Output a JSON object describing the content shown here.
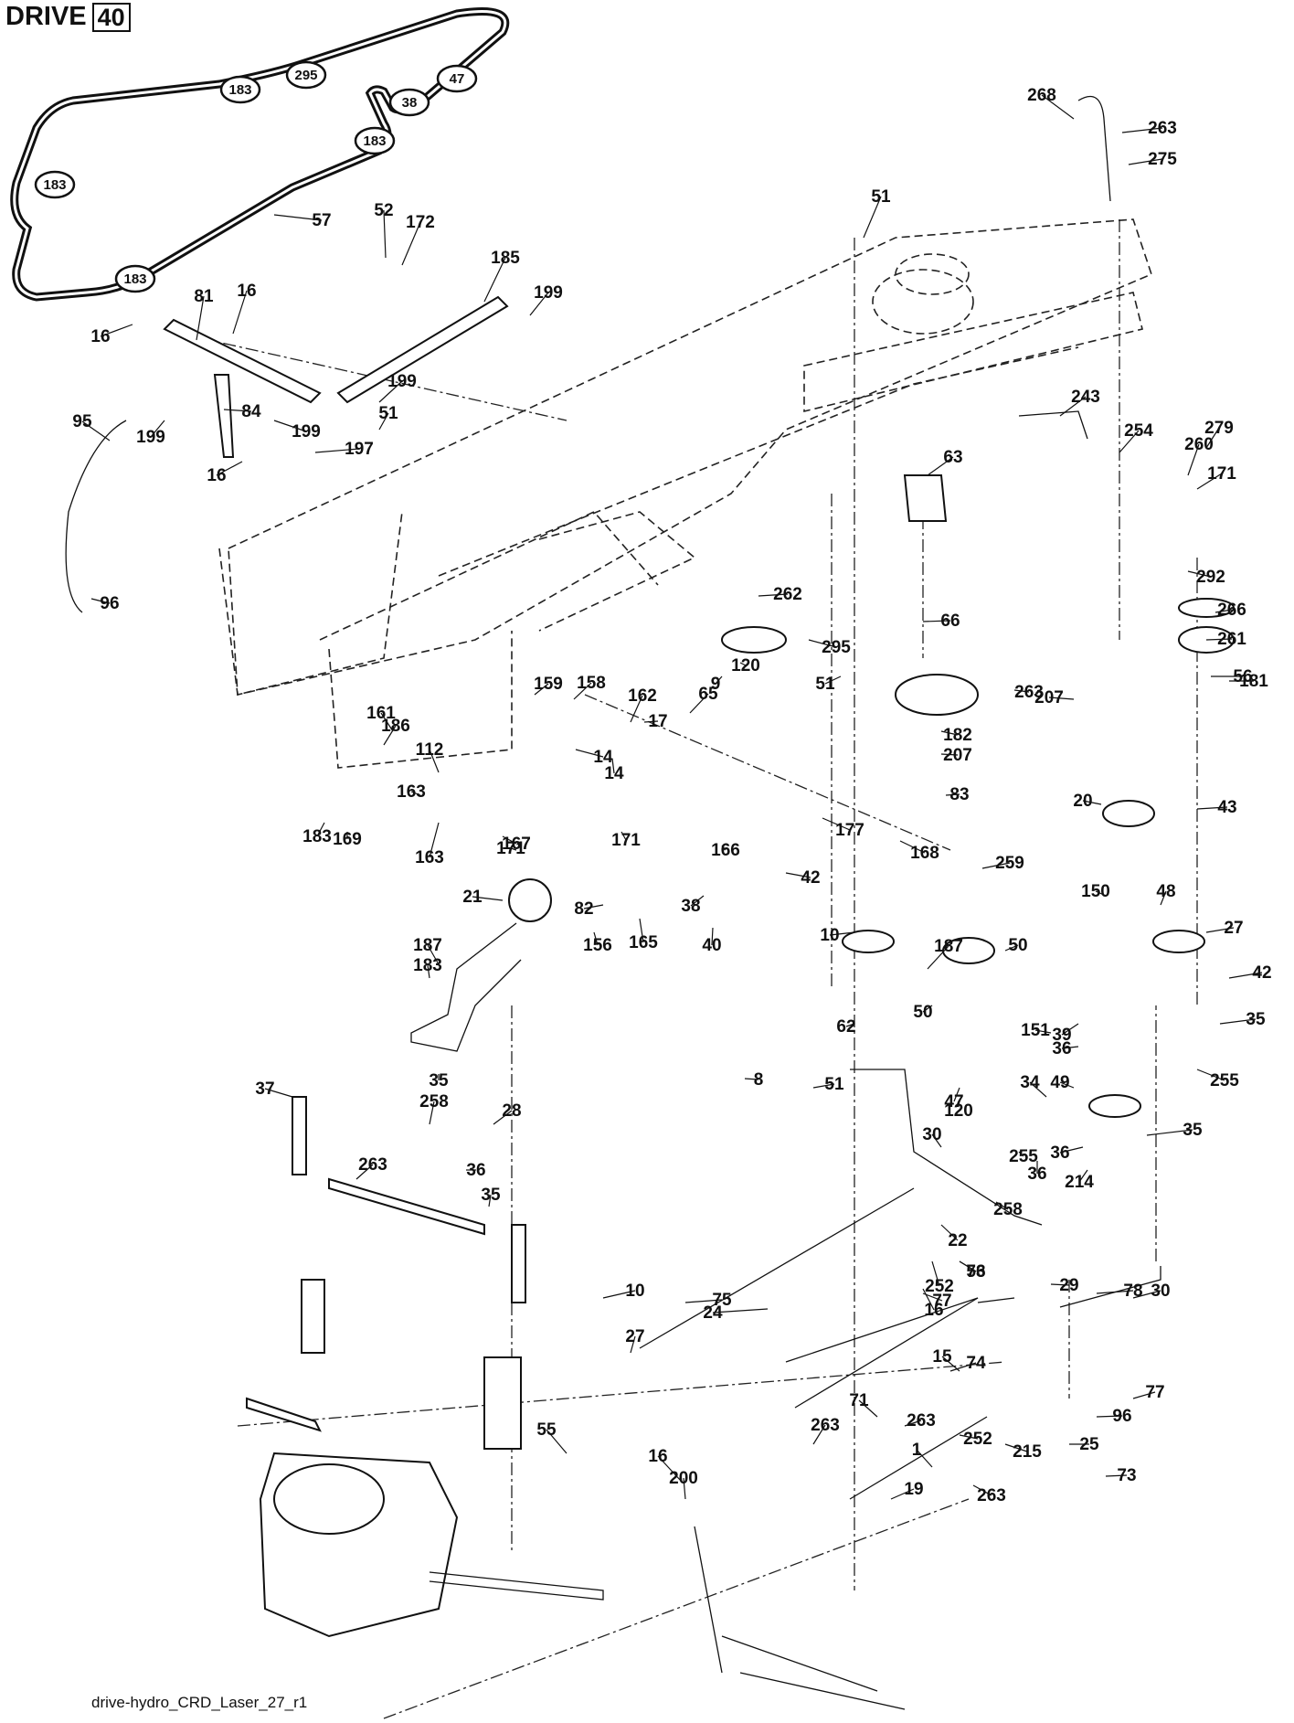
{
  "header": {
    "title": "DRIVE",
    "page": "40"
  },
  "footer": {
    "drawing_id": "drive-hydro_CRD_Laser_27_r1"
  },
  "belt_badges": [
    "183",
    "295",
    "47",
    "38",
    "183",
    "183",
    "183"
  ],
  "callouts": [
    "57",
    "52",
    "172",
    "185",
    "199",
    "81",
    "16",
    "16",
    "199",
    "199",
    "84",
    "51",
    "95",
    "199",
    "197",
    "16",
    "96",
    "51",
    "268",
    "263",
    "275",
    "243",
    "254",
    "279",
    "260",
    "171",
    "63",
    "292",
    "262",
    "66",
    "266",
    "295",
    "261",
    "120",
    "56",
    "9",
    "51",
    "263",
    "181",
    "207",
    "161",
    "159",
    "158",
    "162",
    "65",
    "17",
    "182",
    "207",
    "186",
    "14",
    "112",
    "14",
    "163",
    "83",
    "20",
    "43",
    "183",
    "169",
    "171",
    "163",
    "167",
    "171",
    "177",
    "259",
    "168",
    "166",
    "42",
    "21",
    "82",
    "165",
    "156",
    "40",
    "38",
    "10",
    "187",
    "183",
    "187",
    "50",
    "50",
    "150",
    "48",
    "27",
    "42",
    "39",
    "151",
    "62",
    "35",
    "36",
    "34",
    "49",
    "51",
    "47",
    "120",
    "8",
    "255",
    "35",
    "36",
    "214",
    "36",
    "35",
    "37",
    "258",
    "263",
    "255",
    "30",
    "28",
    "36",
    "35",
    "258",
    "22",
    "29",
    "252",
    "10",
    "53",
    "16",
    "30",
    "76",
    "77",
    "78",
    "75",
    "74",
    "263",
    "96",
    "252",
    "25",
    "24",
    "19",
    "215",
    "27",
    "55",
    "263",
    "16",
    "73",
    "77",
    "200",
    "1",
    "15",
    "71",
    "263"
  ],
  "colors": {
    "ink": "#111111",
    "paper": "#ffffff"
  }
}
